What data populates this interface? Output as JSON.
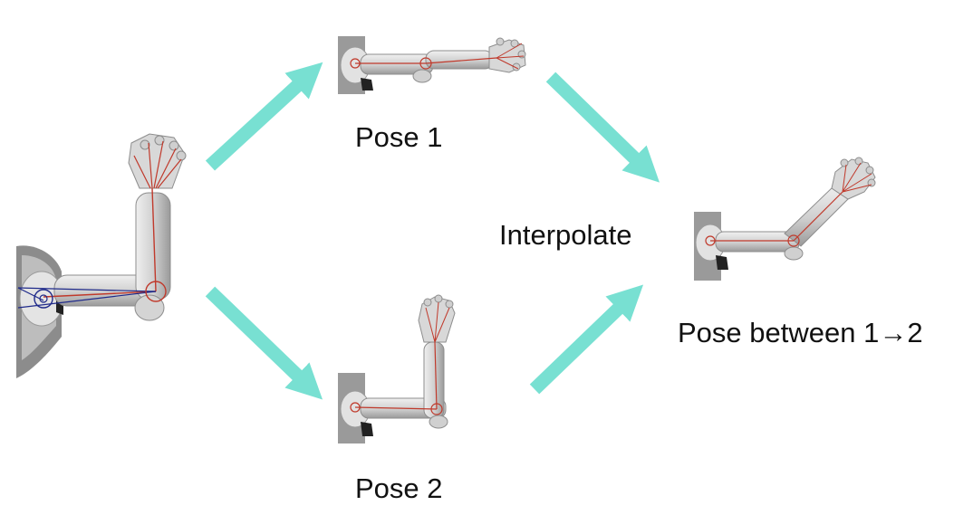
{
  "labels": {
    "pose1": "Pose 1",
    "pose2": "Pose 2",
    "interpolate": "Interpolate",
    "result": "Pose between 1→2"
  },
  "colors": {
    "arrow": "#78e0d2",
    "skin": "#d6d6d6",
    "skin_shadow": "#9c9c9c",
    "bone": "#c0392b",
    "control": "#1f2a8a",
    "torso": "#8a8a8a"
  }
}
